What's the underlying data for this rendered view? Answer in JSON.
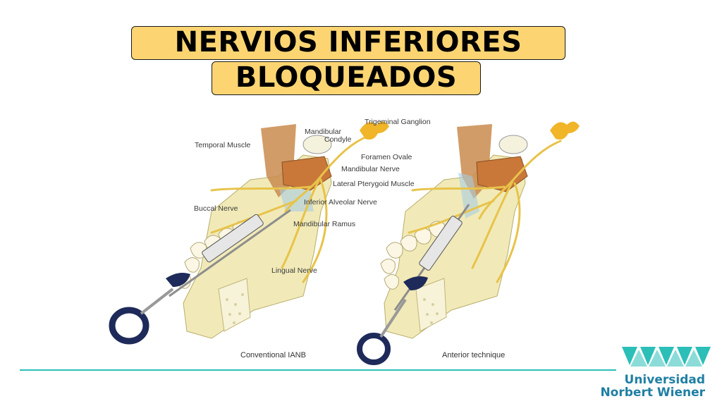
{
  "title": {
    "line1": "NERVIOS INFERIORES",
    "line2": "BLOQUEADOS"
  },
  "figure": {
    "left_labels": {
      "trigeminal_ganglion": "Trigeminal Ganglion",
      "mandibular_condyle_1": "Mandibular",
      "mandibular_condyle_2": "Condyle",
      "temporal_muscle": "Temporal Muscle",
      "foramen_ovale": "Foramen Ovale",
      "mandibular_nerve": "Mandibular Nerve",
      "lateral_pterygoid": "Lateral Pterygoid Muscle",
      "buccal_nerve": "Buccal Nerve",
      "inferior_alveolar": "Inferior Alveolar Nerve",
      "mandibular_ramus": "Mandibular Ramus",
      "lingual_nerve": "Lingual Nerve"
    },
    "caption_left": "Conventional IANB",
    "caption_right": "Anterior technique"
  },
  "logo": {
    "line1": "Universidad",
    "line2": "Norbert Wiener",
    "color": "#1f7fa3",
    "mark_color": "#2bbfb8"
  },
  "colors": {
    "title_bg": "#fcd572",
    "footer_line": "#2bbfb8",
    "bone": "#f1eab8",
    "muscle": "#c98b4e",
    "nerve": "#e8c34a",
    "syringe": "#1e2a5a"
  }
}
